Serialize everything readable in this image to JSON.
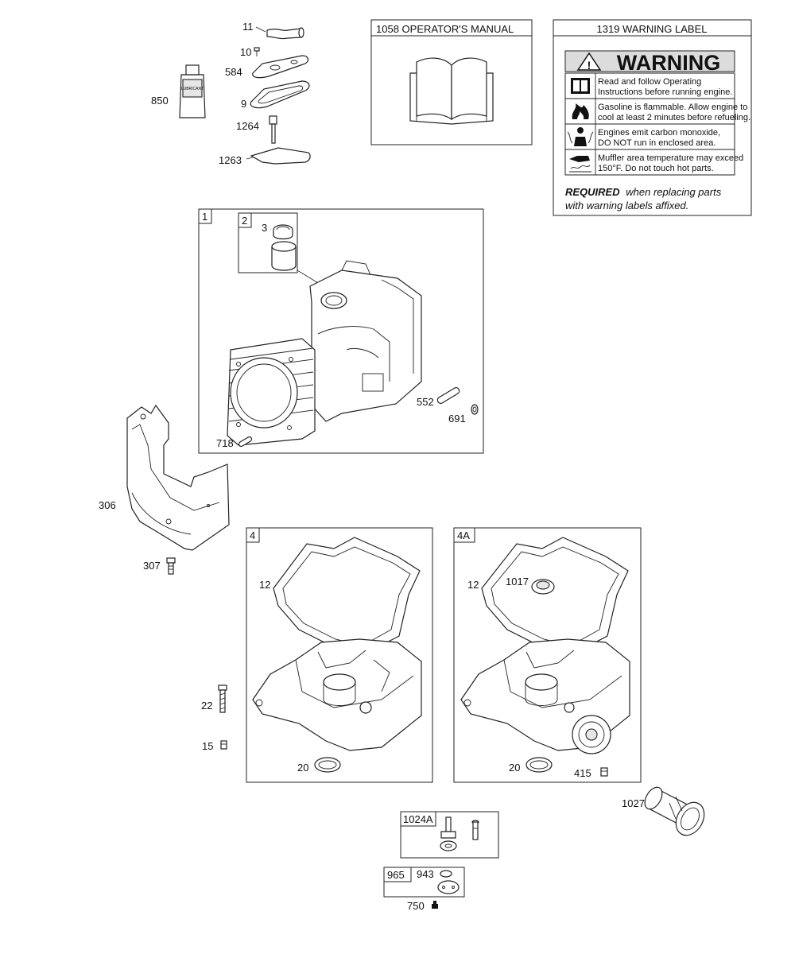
{
  "callouts": {
    "p11": "11",
    "p10": "10",
    "p584": "584",
    "p850": "850",
    "p9": "9",
    "p1264": "1264",
    "p1263": "1263",
    "p1": "1",
    "p2": "2",
    "p3": "3",
    "p552": "552",
    "p691": "691",
    "p718": "718",
    "p306": "306",
    "p307": "307",
    "p4": "4",
    "p4A": "4A",
    "p12a": "12",
    "p12b": "12",
    "p1017": "1017",
    "p22": "22",
    "p15": "15",
    "p20a": "20",
    "p20b": "20",
    "p415": "415",
    "p1027": "1027",
    "p1024A": "1024A",
    "p965": "965",
    "p943": "943",
    "p750": "750"
  },
  "operators_manual": {
    "title": "1058 OPERATOR'S MANUAL"
  },
  "warning_label": {
    "title": "1319 WARNING LABEL",
    "heading": "WARNING",
    "lines": [
      [
        "Read and follow Operating",
        "Instructions before running engine."
      ],
      [
        "Gasoline is flammable. Allow engine to",
        "cool at least 2 minutes before refueling."
      ],
      [
        "Engines emit carbon monoxide,",
        "DO NOT run in enclosed area."
      ],
      [
        "Muffler area temperature may exceed",
        "150°F.  Do not touch hot parts."
      ]
    ],
    "required_bold": "REQUIRED",
    "required_rest": "when replacing parts",
    "required_line2": "with warning labels affixed.",
    "icons": [
      "manual-icon",
      "fire-icon",
      "carbon-monoxide-icon",
      "hot-surface-icon"
    ]
  },
  "tube_label": "LUBRICANT"
}
